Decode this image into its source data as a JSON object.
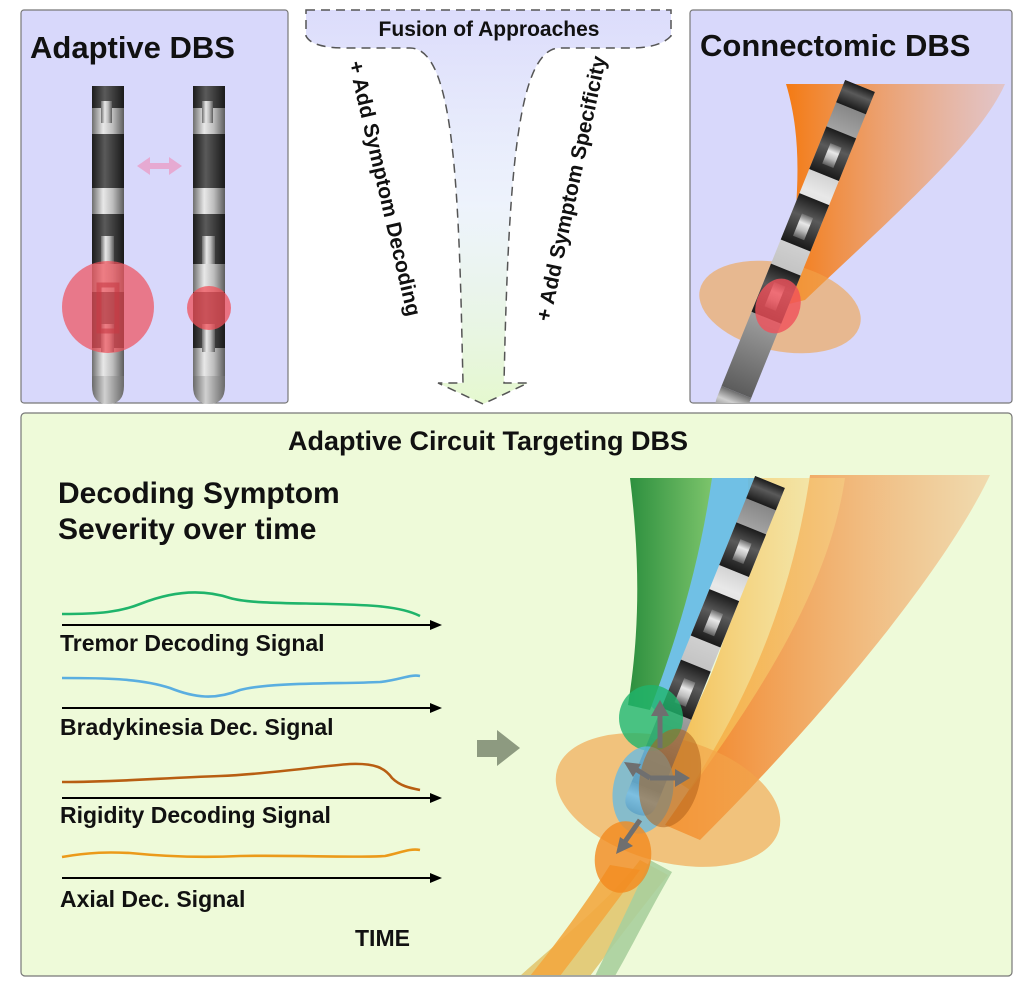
{
  "panels": {
    "adaptive": {
      "title": "Adaptive DBS"
    },
    "connectomic": {
      "title": "Connectomic DBS"
    },
    "fusion": {
      "title": "Fusion of Approaches",
      "left_label": "+ Add Symptom Decoding",
      "right_label": "+ Add Symptom Specificity"
    },
    "combined": {
      "title": "Adaptive Circuit Targeting DBS",
      "subtitle_line1": "Decoding Symptom",
      "subtitle_line2": "Severity over time",
      "time_label": "TIME"
    }
  },
  "signals": [
    {
      "label": "Tremor Decoding Signal",
      "color": "#1fb46b"
    },
    {
      "label": "Bradykinesia Dec. Signal",
      "color": "#5aaee0"
    },
    {
      "label": "Rigidity Decoding Signal",
      "color": "#b85e12"
    },
    {
      "label": "Axial Dec. Signal",
      "color": "#eb9a1a"
    }
  ],
  "colors": {
    "panel_blue": "#d8d8fb",
    "panel_green": "#eefad9",
    "stim_red": "#f0505a",
    "tract_orange": "#f38a1e",
    "tract_green": "#2f9a45",
    "tract_blue": "#62b9e6",
    "tract_yellow": "#f5c548"
  }
}
